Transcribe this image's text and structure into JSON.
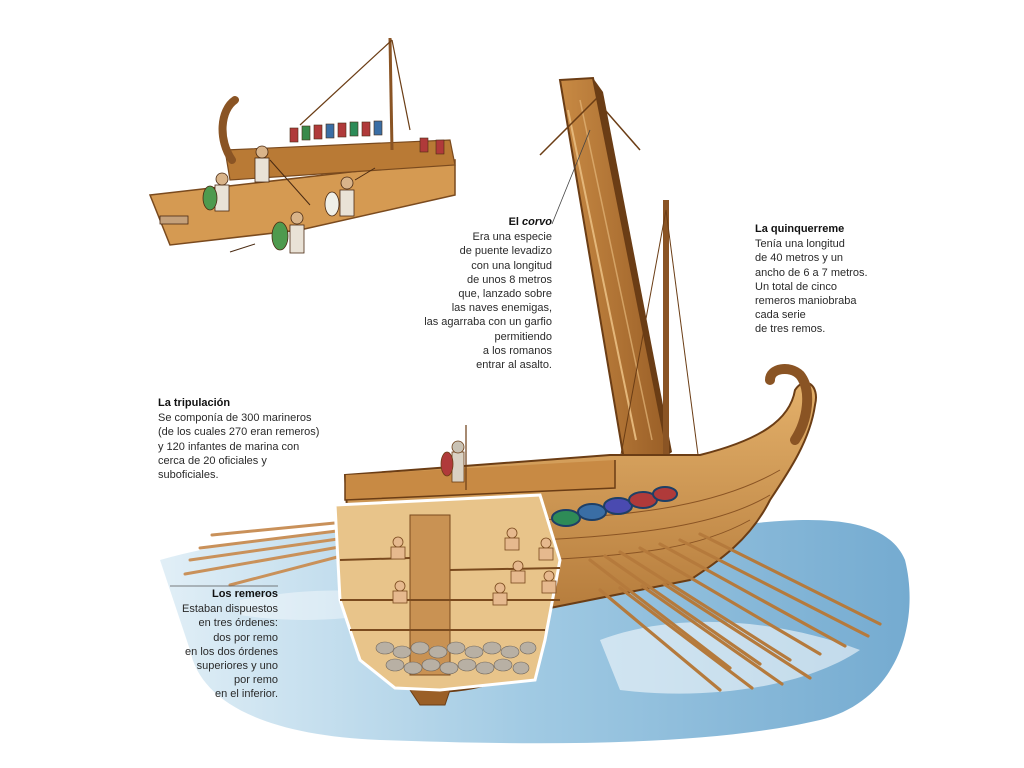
{
  "captions": {
    "corvo": {
      "title_a": "El ",
      "title_b": "corvo",
      "lines": [
        "Era una especie",
        "de puente levadizo",
        "con una longitud",
        "de unos 8 metros",
        "que, lanzado sobre",
        "las naves enemigas,",
        "las agarraba con un garfio",
        "permitiendo",
        "a los romanos",
        "entrar al asalto."
      ]
    },
    "quinquerreme": {
      "title": "La quinquerreme",
      "lines": [
        "Tenía una longitud",
        "de 40 metros y un",
        "ancho de 6 a 7 metros.",
        "Un total de cinco",
        "remeros maniobraba",
        "cada serie",
        "de tres remos."
      ]
    },
    "tripulacion": {
      "title": "La tripulación",
      "lines": [
        "Se componía de 300 marineros",
        "(de los cuales 270 eran remeros)",
        "y 120 infantes de marina con",
        "cerca de 20 oficiales y",
        "suboficiales."
      ]
    },
    "remeros": {
      "title": "Los remeros",
      "lines": [
        "Estaban dispuestos",
        "en tres órdenes:",
        "dos por remo",
        "en los dos órdenes",
        "superiores y uno",
        "por remo",
        "en el inferior."
      ]
    }
  },
  "colors": {
    "wood_light": "#d9a35c",
    "wood_mid": "#b97a35",
    "wood_dark": "#7a4a1e",
    "sea": "#7fb4d6",
    "sea_light": "#c9e1ef",
    "text": "#2a2a2a"
  }
}
